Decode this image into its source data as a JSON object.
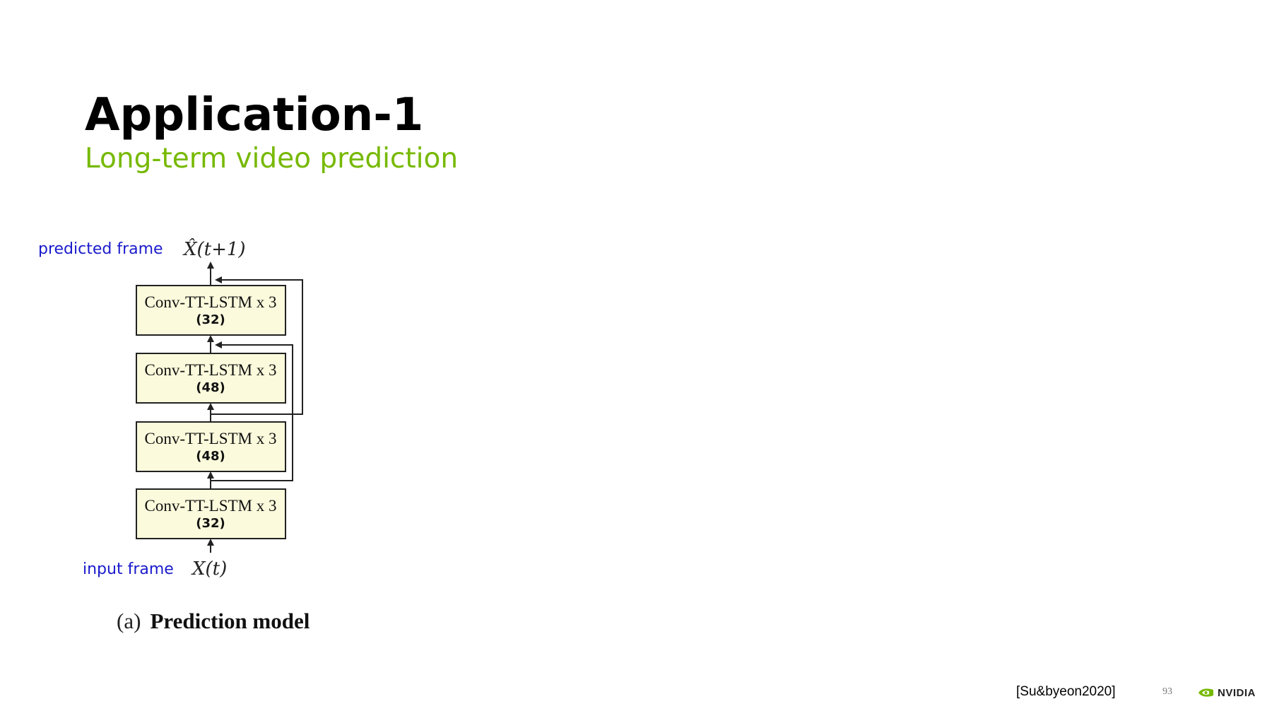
{
  "slide": {
    "title": "Application-1",
    "subtitle": "Long-term video prediction",
    "citation": "[Su&byeon2020]",
    "page_number": "93",
    "logo_text": "NVIDIA"
  },
  "colors": {
    "title": "#000000",
    "subtitle": "#76b900",
    "side_labels": "#1a1acc",
    "box_fill": "#fbfadc"
  },
  "diagram": {
    "output_label": "predicted frame",
    "output_symbol": "X̂(t+1)",
    "input_label": "input frame",
    "input_symbol": "X(t)",
    "boxes": [
      {
        "name": "Conv-TT-LSTM x 3",
        "channels": "(32)"
      },
      {
        "name": "Conv-TT-LSTM x 3",
        "channels": "(48)"
      },
      {
        "name": "Conv-TT-LSTM x 3",
        "channels": "(48)"
      },
      {
        "name": "Conv-TT-LSTM x 3",
        "channels": "(32)"
      }
    ],
    "caption_prefix": "(a)",
    "caption_bold": "Prediction model"
  }
}
